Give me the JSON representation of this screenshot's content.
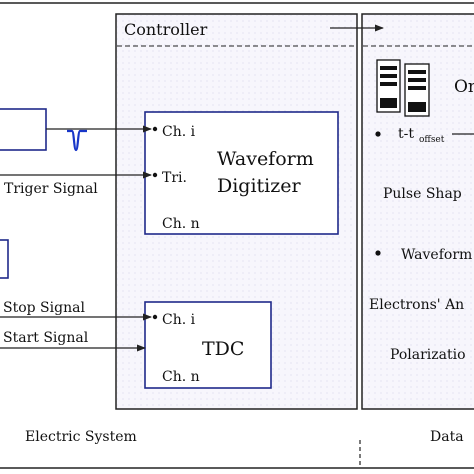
{
  "controller": {
    "title": "Controller"
  },
  "waveform_digitizer": {
    "channel_i": "Ch. i",
    "trigger": "Tri.",
    "channel_n": "Ch. n",
    "title_line1": "Waveform",
    "title_line2": "Digitizer"
  },
  "tdc": {
    "channel_i": "Ch. i",
    "title": "TDC",
    "channel_n": "Ch. n"
  },
  "signals": {
    "trigger": "Triger Signal",
    "stop": "Stop Signal",
    "start": "Start Signal"
  },
  "data_panel": {
    "online_label": "On",
    "time_offset_main": "t-t",
    "time_offset_sub": "offset",
    "pulse_shape": "Pulse Shap",
    "waveform": "Waveform",
    "electrons": "Electrons' An",
    "polarization": "Polarizatio"
  },
  "footer": {
    "electric_system": "Electric System",
    "data": "Data"
  },
  "colors": {
    "box_border": "#1f2a8a",
    "panel_fill": "#f7f6fc",
    "pulse": "#1836c8",
    "line": "#222222"
  }
}
